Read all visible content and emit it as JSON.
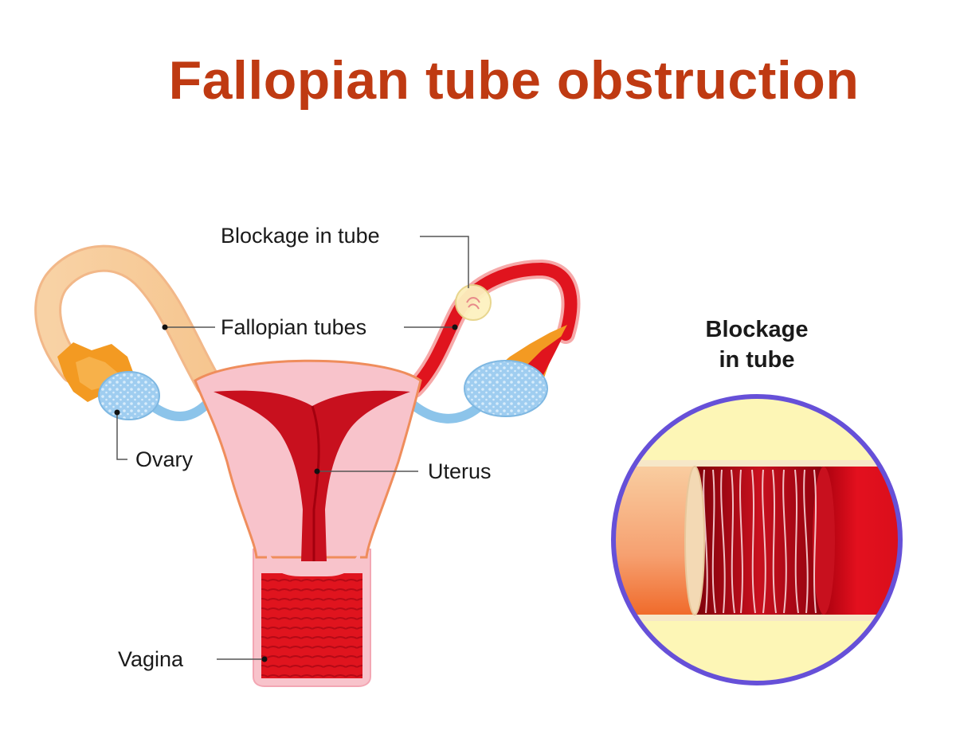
{
  "title": "Fallopian tube obstruction",
  "labels": {
    "blockage": "Blockage in tube",
    "fallopian_tubes": "Fallopian tubes",
    "ovary": "Ovary",
    "uterus": "Uterus",
    "vagina": "Vagina"
  },
  "inset": {
    "title_line1": "Blockage",
    "title_line2": "in tube"
  },
  "colors": {
    "title": "#bf3a12",
    "uterus_wall": "#f8c3cb",
    "uterus_cavity": "#c8101e",
    "open_tube": "#e0141e",
    "blocked_tube": "#f8cfa0",
    "ovary": "#9fcdf0",
    "fimbriae": "#f39a22",
    "inset_ring": "#6650d8",
    "inset_bg": "#fdf6b6"
  }
}
